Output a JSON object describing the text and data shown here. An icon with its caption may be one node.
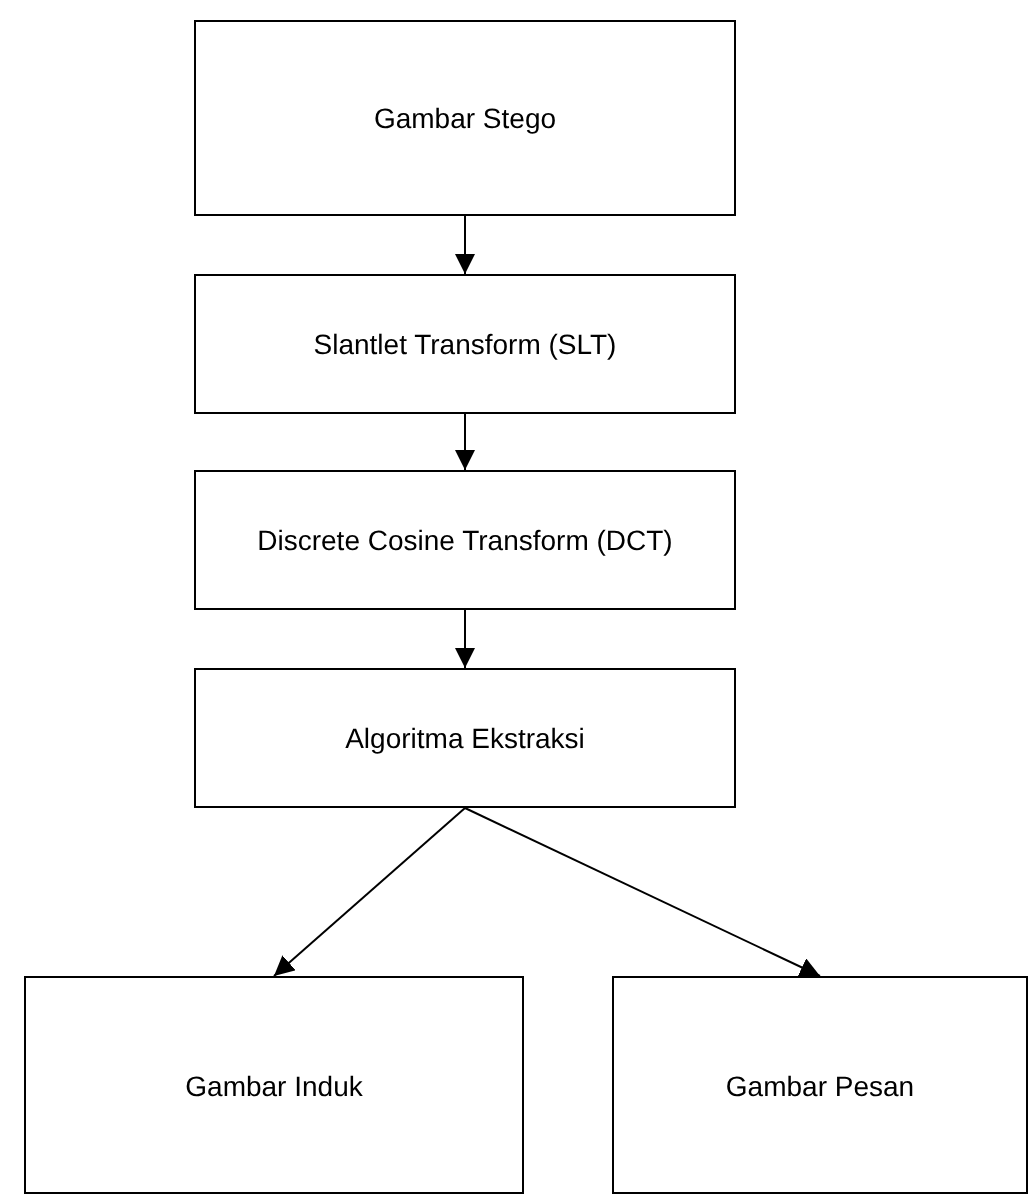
{
  "diagram": {
    "nodes": [
      {
        "text": [
          "Gambar Stego"
        ]
      },
      {
        "text": [
          "Slantlet Transform (SLT)"
        ]
      },
      {
        "text": [
          "Discrete Cosine Transform (DCT)"
        ]
      },
      {
        "text": [
          "Algoritma Ekstraksi"
        ]
      },
      {
        "text": [
          "Gambar Induk"
        ]
      },
      {
        "text": [
          "Gambar Pesan"
        ]
      }
    ],
    "edges": [
      {
        "from": 0,
        "to": 1,
        "arrow": "to"
      },
      {
        "from": 1,
        "to": 2,
        "arrow": "to"
      },
      {
        "from": 2,
        "to": 3,
        "arrow": "to"
      },
      {
        "from": 3,
        "to": 4,
        "arrow": "to"
      },
      {
        "from": 3,
        "to": 5,
        "arrow": "to"
      }
    ]
  }
}
